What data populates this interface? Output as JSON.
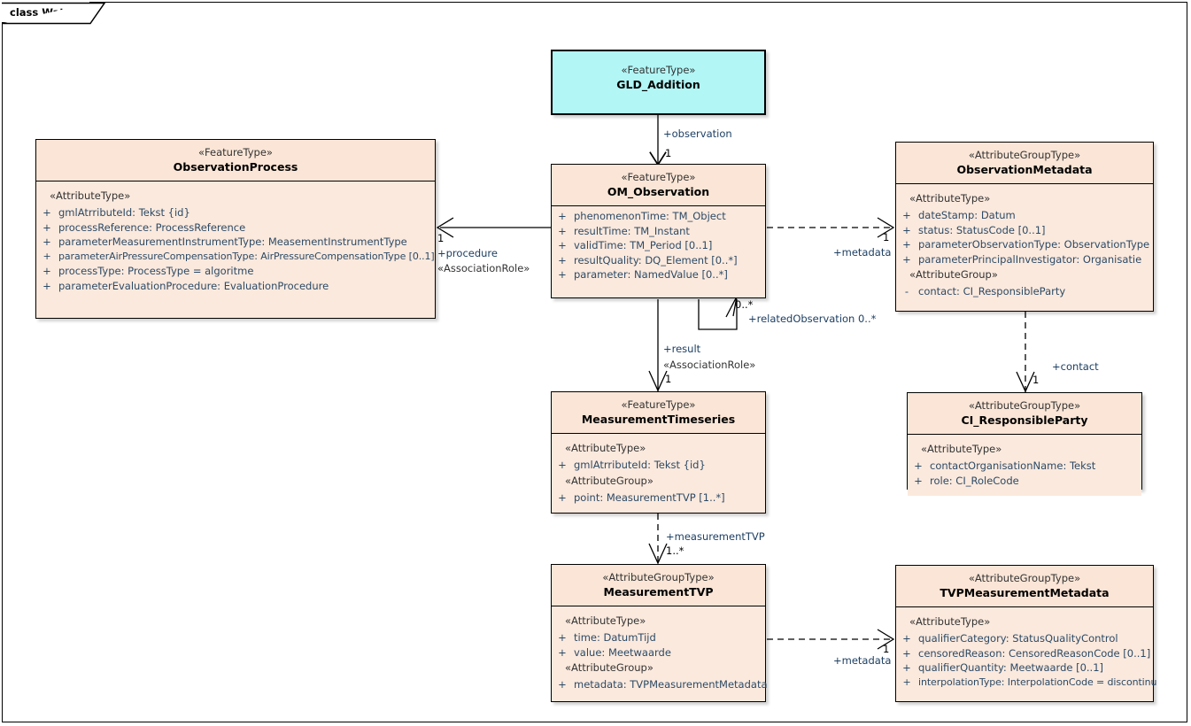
{
  "diagram": {
    "frame_label": "class WaterML",
    "colors": {
      "class_fill": "#fbe9dd",
      "class_header_fill": "#fae5d6",
      "selected_fill": "#b2f6f6",
      "border": "#000000",
      "attribute_text": "#2c4a66",
      "stereotype_text": "#333333",
      "label_text": "#1d3f63"
    }
  },
  "classes": [
    {
      "id": "gld_addition",
      "stereotype": "«FeatureType»",
      "name": "GLD_Addition",
      "selected": true,
      "groups": []
    },
    {
      "id": "observation_process",
      "stereotype": "«FeatureType»",
      "name": "ObservationProcess",
      "selected": false,
      "groups": [
        {
          "label": "«AttributeType»",
          "attributes": [
            {
              "visibility": "+",
              "text": "gmlAtrributeId: Tekst {id}"
            },
            {
              "visibility": "+",
              "text": "processReference: ProcessReference"
            },
            {
              "visibility": "+",
              "text": "parameterMeasurementInstrumentType: MeasementInstrumentType"
            },
            {
              "visibility": "+",
              "text": "parameterAirPressureCompensationType: AirPressureCompensationType [0..1]"
            },
            {
              "visibility": "+",
              "text": "processType: ProcessType = algoritme"
            },
            {
              "visibility": "+",
              "text": "parameterEvaluationProcedure: EvaluationProcedure"
            }
          ]
        }
      ]
    },
    {
      "id": "om_observation",
      "stereotype": "«FeatureType»",
      "name": "OM_Observation",
      "selected": false,
      "groups": [
        {
          "label": "",
          "attributes": [
            {
              "visibility": "+",
              "text": "phenomenonTime: TM_Object"
            },
            {
              "visibility": "+",
              "text": "resultTime: TM_Instant"
            },
            {
              "visibility": "+",
              "text": "validTime: TM_Period [0..1]"
            },
            {
              "visibility": "+",
              "text": "resultQuality: DQ_Element [0..*]"
            },
            {
              "visibility": "+",
              "text": "parameter: NamedValue [0..*]"
            }
          ]
        }
      ]
    },
    {
      "id": "observation_metadata",
      "stereotype": "«AttributeGroupType»",
      "name": "ObservationMetadata",
      "selected": false,
      "groups": [
        {
          "label": "«AttributeType»",
          "attributes": [
            {
              "visibility": "+",
              "text": "dateStamp: Datum"
            },
            {
              "visibility": "+",
              "text": "status: StatusCode [0..1]"
            },
            {
              "visibility": "+",
              "text": "parameterObservationType: ObservationType"
            },
            {
              "visibility": "+",
              "text": "parameterPrincipalInvestigator: Organisatie"
            }
          ]
        },
        {
          "label": "«AttributeGroup»",
          "attributes": [
            {
              "visibility": "-",
              "text": "contact: CI_ResponsibleParty"
            }
          ]
        }
      ]
    },
    {
      "id": "measurement_timeseries",
      "stereotype": "«FeatureType»",
      "name": "MeasurementTimeseries",
      "selected": false,
      "groups": [
        {
          "label": "«AttributeType»",
          "attributes": [
            {
              "visibility": "+",
              "text": "gmlAtrributeId: Tekst {id}"
            }
          ]
        },
        {
          "label": "«AttributeGroup»",
          "attributes": [
            {
              "visibility": "+",
              "text": "point: MeasurementTVP [1..*]"
            }
          ]
        }
      ]
    },
    {
      "id": "ci_responsible_party",
      "stereotype": "«AttributeGroupType»",
      "name": "CI_ResponsibleParty",
      "selected": false,
      "groups": [
        {
          "label": "«AttributeType»",
          "attributes": [
            {
              "visibility": "+",
              "text": "contactOrganisationName: Tekst"
            },
            {
              "visibility": "+",
              "text": "role: CI_RoleCode"
            }
          ]
        }
      ]
    },
    {
      "id": "measurement_tvp",
      "stereotype": "«AttributeGroupType»",
      "name": "MeasurementTVP",
      "selected": false,
      "groups": [
        {
          "label": "«AttributeType»",
          "attributes": [
            {
              "visibility": "+",
              "text": "time: DatumTijd"
            },
            {
              "visibility": "+",
              "text": "value: Meetwaarde"
            }
          ]
        },
        {
          "label": "«AttributeGroup»",
          "attributes": [
            {
              "visibility": "+",
              "text": "metadata: TVPMeasurementMetadata"
            }
          ]
        }
      ]
    },
    {
      "id": "tvp_measurement_metadata",
      "stereotype": "«AttributeGroupType»",
      "name": "TVPMeasurementMetadata",
      "selected": false,
      "groups": [
        {
          "label": "«AttributeType»",
          "attributes": [
            {
              "visibility": "+",
              "text": "qualifierCategory: StatusQualityControl"
            },
            {
              "visibility": "+",
              "text": "censoredReason: CensoredReasonCode [0..1]"
            },
            {
              "visibility": "+",
              "text": "qualifierQuantity: Meetwaarde [0..1]"
            },
            {
              "visibility": "+",
              "text": "interpolationType: InterpolationCode = discontinu"
            }
          ]
        }
      ]
    }
  ],
  "connectors": [
    {
      "id": "observation",
      "from": "gld_addition",
      "to": "om_observation",
      "style": "solid",
      "role": "+observation",
      "multiplicity": "1",
      "stereotype": ""
    },
    {
      "id": "procedure",
      "from": "om_observation",
      "to": "observation_process",
      "style": "solid",
      "role": "+procedure",
      "multiplicity": "1",
      "stereotype": "«AssociationRole»"
    },
    {
      "id": "observation_metadata_link",
      "from": "om_observation",
      "to": "observation_metadata",
      "style": "dashed",
      "role": "+metadata",
      "multiplicity": "1",
      "stereotype": ""
    },
    {
      "id": "related_observation",
      "from": "om_observation",
      "to": "om_observation",
      "style": "solid",
      "role": "+relatedObservation 0..*",
      "multiplicity": "0..*",
      "stereotype": ""
    },
    {
      "id": "result",
      "from": "om_observation",
      "to": "measurement_timeseries",
      "style": "solid",
      "role": "+result",
      "multiplicity": "1",
      "stereotype": "«AssociationRole»"
    },
    {
      "id": "contact",
      "from": "observation_metadata",
      "to": "ci_responsible_party",
      "style": "dashed",
      "role": "+contact",
      "multiplicity": "1",
      "stereotype": ""
    },
    {
      "id": "measurement_tvp_link",
      "from": "measurement_timeseries",
      "to": "measurement_tvp",
      "style": "dashed",
      "role": "+measurementTVP",
      "multiplicity": "1..*",
      "stereotype": ""
    },
    {
      "id": "tvp_metadata_link",
      "from": "measurement_tvp",
      "to": "tvp_measurement_metadata",
      "style": "dashed",
      "role": "+metadata",
      "multiplicity": "1",
      "stereotype": ""
    }
  ]
}
